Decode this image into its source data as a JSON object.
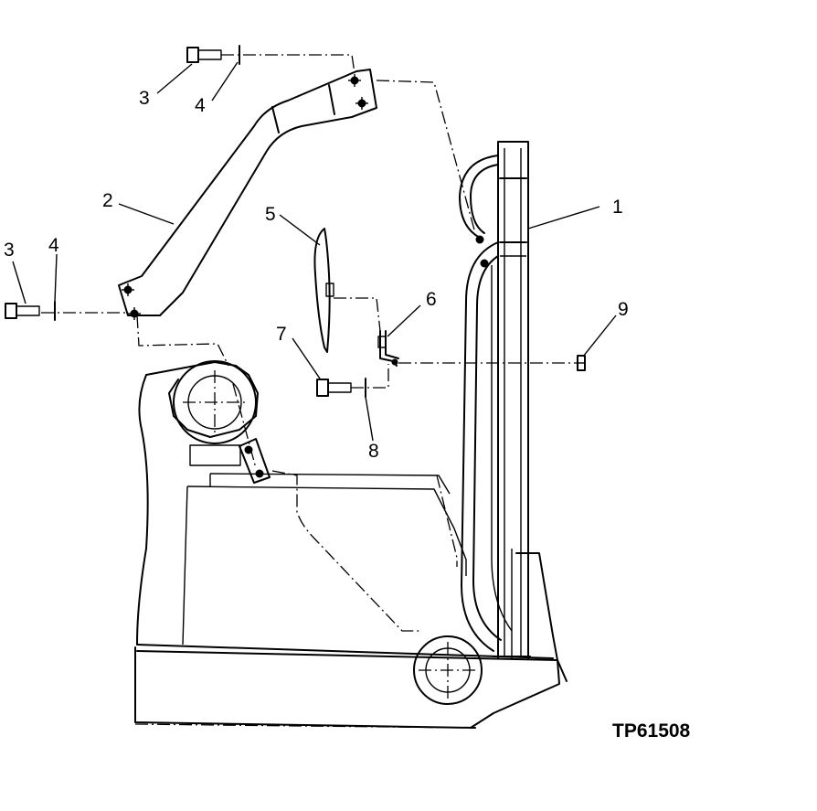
{
  "figure": {
    "reference_code": "TP61508"
  },
  "callouts": [
    {
      "id": "callout-1",
      "label": "1"
    },
    {
      "id": "callout-2",
      "label": "2"
    },
    {
      "id": "callout-3a",
      "label": "3"
    },
    {
      "id": "callout-3b",
      "label": "3"
    },
    {
      "id": "callout-4a",
      "label": "4"
    },
    {
      "id": "callout-4b",
      "label": "4"
    },
    {
      "id": "callout-5",
      "label": "5"
    },
    {
      "id": "callout-6",
      "label": "6"
    },
    {
      "id": "callout-7",
      "label": "7"
    },
    {
      "id": "callout-8",
      "label": "8"
    },
    {
      "id": "callout-9",
      "label": "9"
    }
  ]
}
